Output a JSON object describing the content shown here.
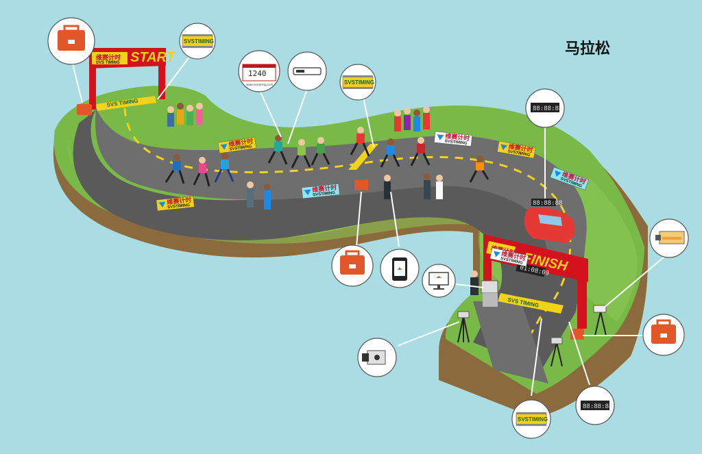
{
  "title": "马拉松",
  "start_arch": {
    "word": "START",
    "brand_cn": "维赛计时",
    "brand_en": "SVS TIMING"
  },
  "finish_arch": {
    "word": "FINISH",
    "brand_cn": "维赛计时",
    "brand_en": "SVS TIMING",
    "clock": "01:08:09"
  },
  "mat_label": "SVS TIMING",
  "mat_callouts": [
    {
      "label": "SVSTIMING"
    },
    {
      "label": "SVSTIMING"
    },
    {
      "label": "SVSTIMING"
    }
  ],
  "bib": {
    "number": "1240",
    "url": "www.svstiming.com"
  },
  "clock_display": "88:88:88",
  "car_display": "88:88:88",
  "banners": [
    {
      "cn": "维赛计时",
      "en": "SVSTIMING"
    },
    {
      "cn": "维赛计时",
      "en": "SVSTIMING"
    },
    {
      "cn": "维赛计时",
      "en": "SVSTIMING"
    },
    {
      "cn": "维赛计时",
      "en": "SVSTIMING"
    },
    {
      "cn": "维赛计时",
      "en": "SVSTIMING"
    },
    {
      "cn": "维赛计时",
      "en": "SVSTIMING"
    },
    {
      "cn": "维赛计时",
      "en": "SVSTIMING"
    }
  ],
  "icons": [
    "timing-box-icon",
    "timing-mat-icon",
    "bib-tag-icon",
    "chip-reader-icon",
    "clock-display-icon",
    "phone-icon",
    "monitor-icon",
    "video-camera-icon",
    "scoreboard-camera-icon"
  ]
}
